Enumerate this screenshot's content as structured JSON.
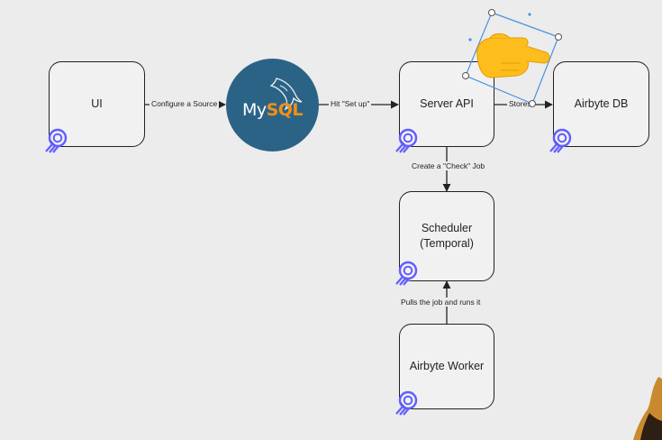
{
  "diagram": {
    "nodes": {
      "ui": "UI",
      "server_api": "Server API",
      "airbyte_db": "Airbyte DB",
      "scheduler": "Scheduler\n(Temporal)",
      "airbyte_worker": "Airbyte Worker"
    },
    "mysql_logo": {
      "my": "My",
      "sql": "SQL"
    },
    "edges": {
      "configure_source": "Configure a Source",
      "hit_set_up": "Hit \"Set up\"",
      "stores": "Stores",
      "create_check_job": "Create a \"Check\" Job",
      "pulls_job": "Pulls the job and runs it"
    },
    "icons": [
      "airbyte-logo-icon",
      "mysql-dolphin-icon",
      "pointing-hand-icon"
    ],
    "colors": {
      "airbyte_purple": "#615eff",
      "mysql_blue": "#2b6387",
      "mysql_orange": "#f29111",
      "selection_blue": "#4a90e2",
      "hand_yellow": "#fcbd1d"
    }
  }
}
